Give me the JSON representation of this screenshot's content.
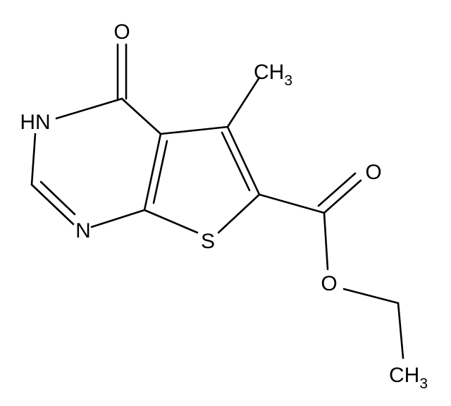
{
  "labels": {
    "carbonyl_oxygen": "O",
    "methyl": {
      "main": "CH",
      "sub": "3"
    },
    "nh": "HN",
    "n": "N",
    "sulfur": "S",
    "ester_carbonyl_oxygen": "O",
    "ester_oxygen": "O",
    "terminal_methyl": {
      "main": "CH",
      "sub": "3"
    }
  }
}
